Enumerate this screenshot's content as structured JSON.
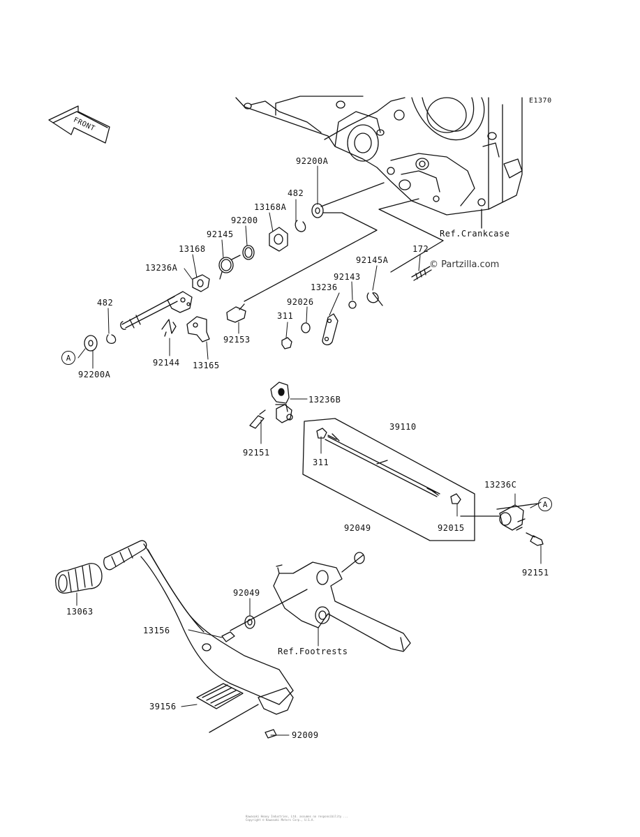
{
  "diagram_code": "E1370",
  "front_label": "FRONT",
  "watermark": "© Partzilla.com",
  "references": {
    "crankcase": "Ref.Crankcase",
    "footrests": "Ref.Footrests"
  },
  "circle_labels": [
    "A",
    "A"
  ],
  "parts": [
    "92200A",
    "482",
    "13168A",
    "92200",
    "92145",
    "13168",
    "13236A",
    "482",
    "92200A",
    "92144",
    "13165",
    "92153",
    "172",
    "92145A",
    "92143",
    "13236",
    "92026",
    "311",
    "13236B",
    "92151",
    "39110",
    "311",
    "92049",
    "92015",
    "13236C",
    "92151",
    "13063",
    "92049",
    "13156",
    "39156",
    "92009"
  ],
  "footer_lines": [
    "Kawasaki Heavy Industries, Ltd. assumes no responsibility ...",
    "Copyright © Kawasaki Motors Corp., U.S.A."
  ]
}
